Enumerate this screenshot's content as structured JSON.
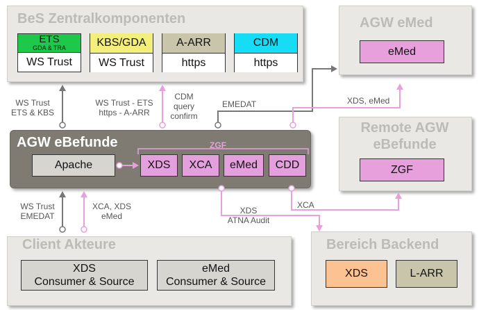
{
  "bes": {
    "title": "BeS Zentralkomponenten",
    "components": [
      {
        "top": "ETS",
        "sub": "GDA & TRA",
        "bottom": "WS Trust",
        "color": "#1ec84a"
      },
      {
        "top": "KBS/GDA",
        "bottom": "WS Trust",
        "color": "#f3ef7a"
      },
      {
        "top": "A-ARR",
        "bottom": "https",
        "color": "#c9c5aa"
      },
      {
        "top": "CDM",
        "bottom": "https",
        "color": "#17dcf6"
      }
    ]
  },
  "agw_emed": {
    "title": "AGW eMed",
    "box": "eMed"
  },
  "remote": {
    "title_line1": "Remote AGW",
    "title_line2": "eBefunde",
    "box": "ZGF"
  },
  "agw_ebefunde": {
    "title": "AGW eBefunde",
    "apache": "Apache",
    "zgf": "ZGF",
    "modules": [
      "XDS",
      "XCA",
      "eMed",
      "CDD"
    ]
  },
  "client": {
    "title": "Client Akteure",
    "box1_line1": "XDS",
    "box1_line2": "Consumer & Source",
    "box2_line1": "eMed",
    "box2_line2": "Consumer & Source"
  },
  "backend": {
    "title": "Bereich Backend",
    "xds": "XDS",
    "larr": "L-ARR"
  },
  "labels": {
    "ws_trust_ets_kbs": [
      "WS Trust",
      "ETS & KBS"
    ],
    "ws_trust_ets_aarr": [
      "WS Trust - ETS",
      "https - A-ARR"
    ],
    "cdm_query": [
      "CDM",
      "query",
      "confirm"
    ],
    "emedat": "EMEDAT",
    "xds_emed": "XDS, eMed",
    "ws_trust_emedat": [
      "WS Trust",
      "EMEDAT"
    ],
    "xca_xds_emed": [
      "XCA, XDS",
      "eMed"
    ],
    "xds_atna": [
      "XDS",
      "ATNA Audit"
    ],
    "xca": "XCA"
  },
  "colors": {
    "pink": "#e8a0dc",
    "gray_line": "#777777",
    "dark_panel": "#7f7b73",
    "module_pink": "#e3a0dc",
    "emed_pink": "#e8a0dc",
    "xds_orange": "#fdc292",
    "larr_olive": "#c9c5aa"
  }
}
